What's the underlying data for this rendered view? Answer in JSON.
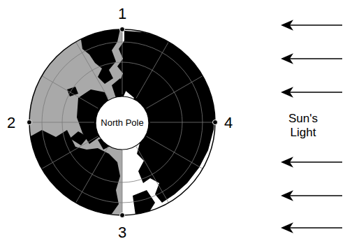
{
  "diagram": {
    "nodes": [
      {
        "text": [
          "North Pole"
        ]
      }
    ],
    "labels": [
      "1",
      "2",
      "4",
      "Sun's Light",
      "3"
    ]
  }
}
